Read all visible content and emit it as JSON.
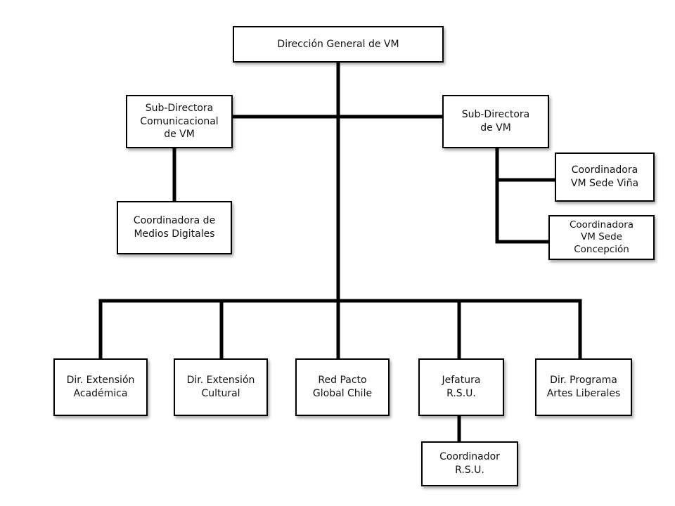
{
  "org_chart": {
    "nodes": {
      "director_general": "Dirección General  de VM",
      "sub_directora_comunicacional": "Sub-Directora\nComunicacional\nde VM",
      "sub_directora_vm": "Sub-Directora\nde VM",
      "coordinadora_sede_vina": "Coordinadora\nVM Sede Viña",
      "coordinadora_sede_concepcion": "Coordinadora\nVM Sede\nConcepción",
      "coordinadora_medios_digitales": "Coordinadora de\nMedios Digitales",
      "dir_extension_academica": "Dir. Extensión\nAcadémica",
      "dir_extension_cultural": "Dir. Extensión\nCultural",
      "red_pacto_global": "Red Pacto\nGlobal  Chile",
      "jefatura_rsu": "Jefatura\nR.S.U.",
      "dir_programa_artes_liberales": "Dir. Programa\nArtes Liberales",
      "coordinador_rsu": "Coordinador\nR.S.U."
    },
    "colors": {
      "line": "#000000",
      "box_border": "#000000",
      "box_fill": "#ffffff"
    }
  }
}
